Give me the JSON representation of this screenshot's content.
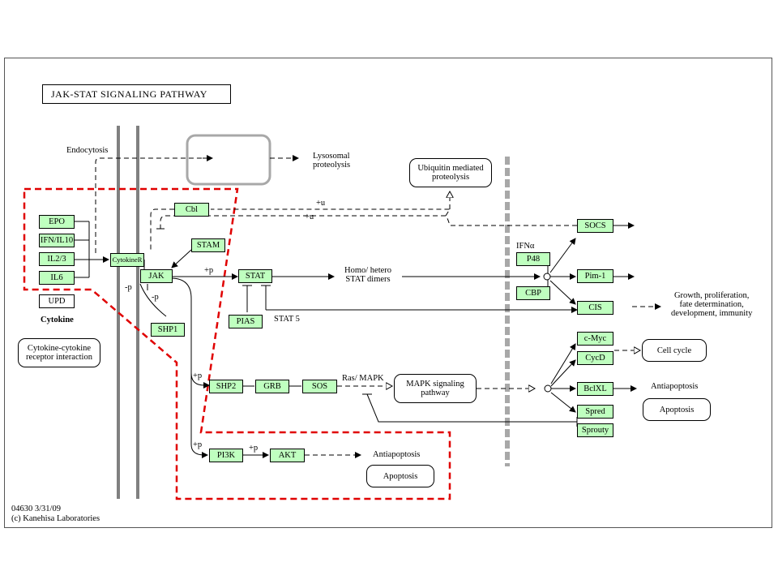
{
  "title": "JAK-STAT SIGNALING PATHWAY",
  "labels": {
    "endocytosis": "Endocytosis",
    "lysosomal": "Lysosomal\nproteolysis",
    "plus_u_1": "+u",
    "plus_u_2": "+u",
    "plus_p_stat": "+p",
    "minus_p_1": "-p",
    "minus_p_2": "-p",
    "plus_p_shp2": "+p",
    "plus_p_pi3k": "+p",
    "plus_p_akt": "+p",
    "stat5": "STAT 5",
    "homo_hetero": "Homo/ hetero\nSTAT dimers",
    "ras_mapk": "Ras/ MAPK",
    "ifn_alpha": "IFNα",
    "growth": "Growth, proliferation,\nfate determination,\ndevelopment, immunity",
    "antiapoptosis_1": "Antiapoptosis",
    "antiapoptosis_2": "Antiapoptosis",
    "cytokine": "Cytokine",
    "footer_id": "04630 3/31/09",
    "footer_credit": "(c) Kanehisa Laboratories"
  },
  "genes": {
    "epo": "EPO",
    "ifn_il10": "IFN/IL10",
    "il23": "IL2/3",
    "il6": "IL6",
    "upd": "UPD",
    "cytokiner": "CytokineR",
    "jak": "JAK",
    "cbl": "Cbl",
    "stam": "STAM",
    "shp1": "SHP1",
    "stat": "STAT",
    "pias": "PIAS",
    "socs": "SOCS",
    "p48": "P48",
    "cbp": "CBP",
    "pim1": "Pim-1",
    "cis": "CIS",
    "shp2": "SHP2",
    "grb": "GRB",
    "sos": "SOS",
    "cmyc": "c-Myc",
    "cycd": "CycD",
    "bclxl": "BclXL",
    "spred": "Spred",
    "sprouty": "Sprouty",
    "pi3k": "PI3K",
    "akt": "AKT"
  },
  "maps": {
    "ubiquitin": "Ubiquitin mediated\nproteolysis",
    "cytokine_receptor": "Cytokine-cytokine\nreceptor interaction",
    "mapk": "MAPK signaling\npathway",
    "cell_cycle": "Cell cycle",
    "apoptosis_1": "Apoptosis",
    "apoptosis_2": "Apoptosis"
  },
  "colors": {
    "gene_fill": "#bfffbf",
    "highlight_dash": "#e00000",
    "membrane": "#808080",
    "nucleus_border": "#a8a8a8"
  }
}
